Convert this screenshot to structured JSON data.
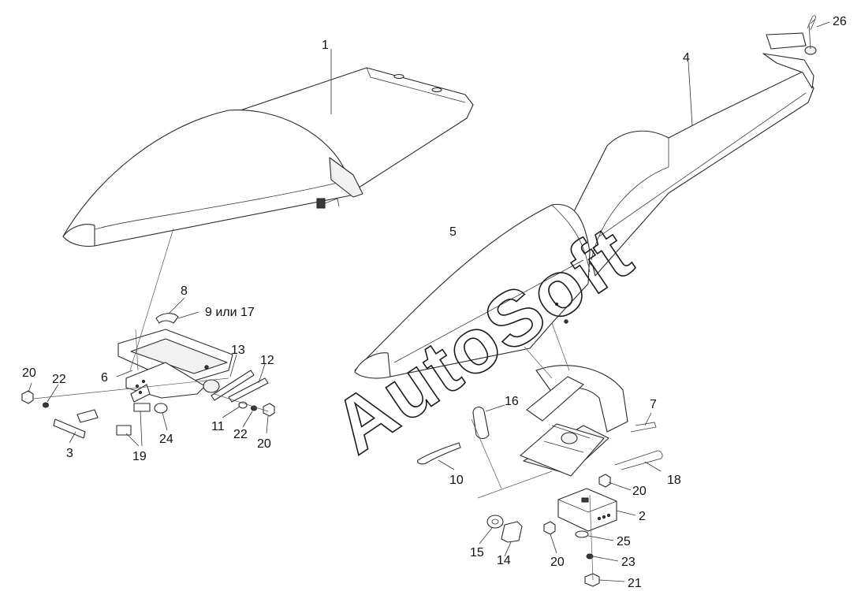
{
  "watermark": "AutoSoft",
  "callouts": {
    "c1": "1",
    "c2": "2",
    "c3": "3",
    "c4": "4",
    "c5": "5",
    "c6": "6",
    "c7": "7",
    "c8": "8",
    "c9": "9 или 17",
    "c10": "10",
    "c11": "11",
    "c12": "12",
    "c13": "13",
    "c14": "14",
    "c15": "15",
    "c16": "16",
    "c18": "18",
    "c19": "19",
    "c20a": "20",
    "c20b": "20",
    "c20c": "20",
    "c20d": "20",
    "c21": "21",
    "c22a": "22",
    "c22b": "22",
    "c23": "23",
    "c24": "24",
    "c25": "25",
    "c26": "26"
  }
}
